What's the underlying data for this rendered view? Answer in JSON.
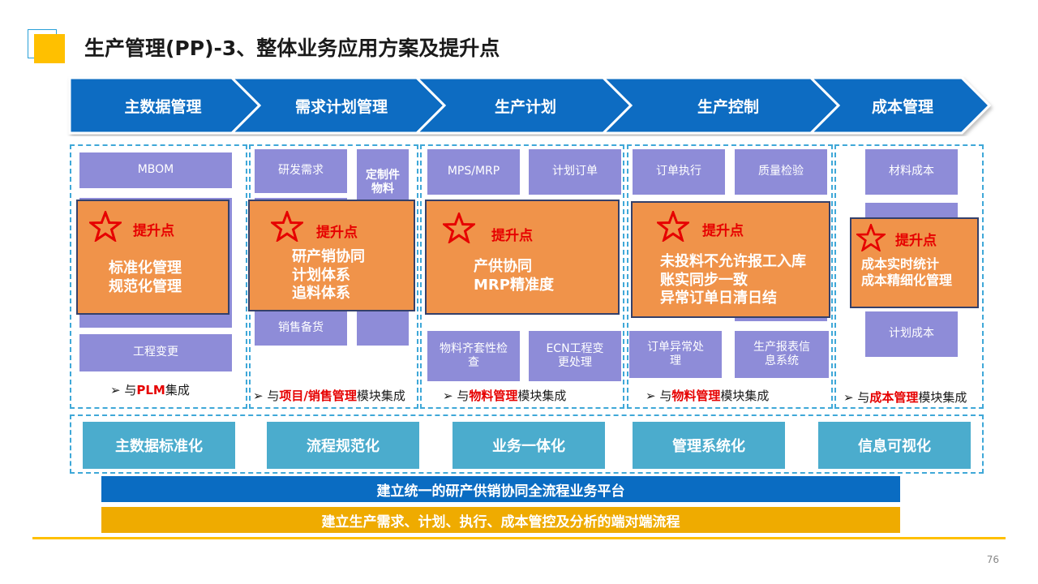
{
  "title": "生产管理(PP)-3、整体业务应用方案及提升点",
  "colors": {
    "chevron": "#0a6cc2",
    "process_box": "#8e8cd8",
    "highlight": "#f0934a",
    "foundation": "#4baccd",
    "bar_blue": "#0a6cc2",
    "bar_gold": "#efab00",
    "accent": "#ffc000"
  },
  "stages": [
    "主数据管理",
    "需求计划管理",
    "生产计划",
    "生产控制",
    "成本管理"
  ],
  "columns": [
    {
      "boxes": [
        "MBOM",
        "工程变更"
      ],
      "highlight": {
        "tag": "提升点",
        "lines": [
          "标准化管理",
          "规范化管理"
        ]
      },
      "note": {
        "prefix": "与",
        "hl": "PLM",
        "suffix": "集成"
      }
    },
    {
      "boxes": [
        "研发需求",
        "定制件物料",
        "销售备货"
      ],
      "highlight": {
        "tag": "提升点",
        "lines": [
          "研产销协同",
          "计划体系",
          "追料体系"
        ]
      },
      "note": {
        "prefix": "与",
        "hl": "项目/销售管理",
        "suffix": "模块集成"
      }
    },
    {
      "boxes": [
        "MPS/MRP",
        "计划订单",
        "物料齐套性检查",
        "ECN工程变更处理"
      ],
      "highlight": {
        "tag": "提升点",
        "lines": [
          "产供协同",
          "MRP精准度"
        ]
      },
      "note": {
        "prefix": "与",
        "hl": "物料管理",
        "suffix": "模块集成"
      }
    },
    {
      "boxes": [
        "订单执行",
        "质量检验",
        "订单异常处理",
        "生产报表信息系统"
      ],
      "highlight": {
        "tag": "提升点",
        "lines": [
          "未投料不允许报工入库",
          "账实同步一致",
          "异常订单日清日结"
        ]
      },
      "note": {
        "prefix": "与",
        "hl": "物料管理",
        "suffix": "模块集成"
      }
    },
    {
      "boxes": [
        "材料成本",
        "计划成本"
      ],
      "highlight": {
        "tag": "提升点",
        "lines": [
          "成本实时统计",
          "成本精细化管理"
        ]
      },
      "note": {
        "prefix": "与",
        "hl": "成本管理",
        "suffix": "模块集成"
      }
    }
  ],
  "foundations": [
    "主数据标准化",
    "流程规范化",
    "业务一体化",
    "管理系统化",
    "信息可视化"
  ],
  "bars": [
    "建立统一的研产供销协同全流程业务平台",
    "建立生产需求、计划、执行、成本管控及分析的端对端流程"
  ],
  "page_number": "76"
}
